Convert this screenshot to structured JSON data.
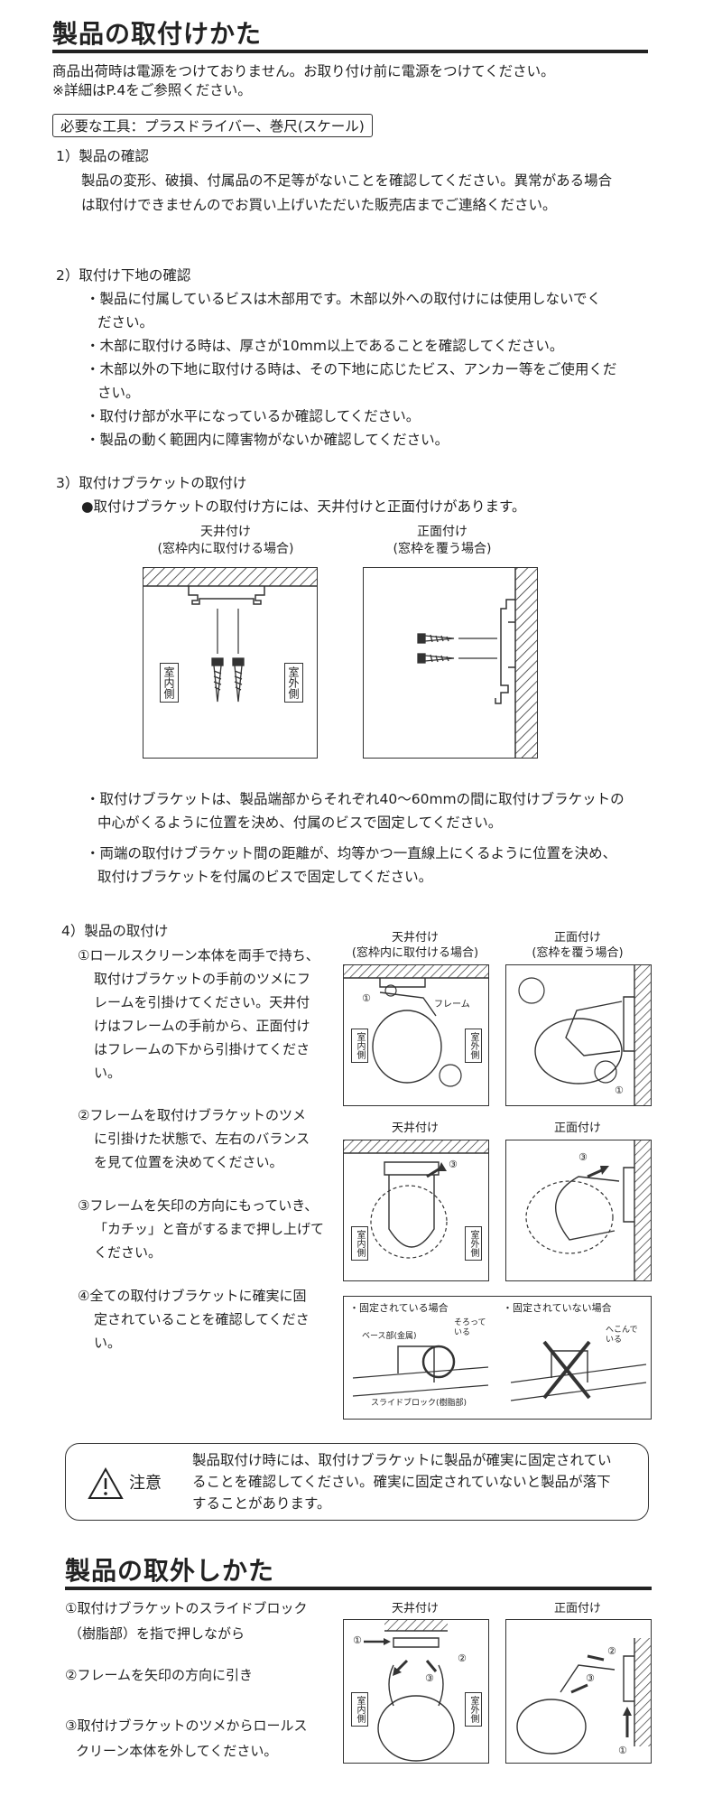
{
  "section1": {
    "title": "製品の取付けかた",
    "intro": [
      "商品出荷時は電源をつけておりません。お取り付け前に電源をつけてください。",
      "※詳細はP.4をご参照ください。"
    ],
    "tools": "必要な工具：プラスドライバー、巻尺(スケール)",
    "step1": {
      "heading": "1）製品の確認",
      "lines": [
        "製品の変形、破損、付属品の不足等がないことを確認してください。異常がある場合",
        "は取付けできませんのでお買い上げいただいた販売店までご連絡ください。"
      ]
    },
    "step2": {
      "heading": "2）取付け下地の確認",
      "lines": [
        "・製品に付属しているビスは木部用です。木部以外への取付けには使用しないでく",
        "ださい。",
        "・木部に取付ける時は、厚さが10mm以上であることを確認してください。",
        "・木部以外の下地に取付ける時は、その下地に応じたビス、アンカー等をご使用くだ",
        "さい。",
        "・取付け部が水平になっているか確認してください。",
        "・製品の動く範囲内に障害物がないか確認してください。"
      ]
    },
    "step3": {
      "heading": "3）取付けブラケットの取付け",
      "lead": "●取付けブラケットの取付け方には、天井付けと正面付けがあります。",
      "ceiling_label": [
        "天井付け",
        "(窓枠内に取付ける場合)"
      ],
      "front_label": [
        "正面付け",
        "(窓枠を覆う場合)"
      ],
      "indoor": "室内側",
      "outdoor": "室外側",
      "notes": [
        "・取付けブラケットは、製品端部からそれぞれ40〜60mmの間に取付けブラケットの",
        "中心がくるように位置を決め、付属のビスで固定してください。",
        "・両端の取付けブラケット間の距離が、均等かつ一直線上にくるように位置を決め、",
        "取付けブラケットを付属のビスで固定してください。"
      ]
    },
    "step4": {
      "heading": "4）製品の取付け",
      "p1": [
        "①ロールスクリーン本体を両手で持ち、",
        "取付けブラケットの手前のツメにフ",
        "レームを引掛けてください。天井付",
        "けはフレームの手前から、正面付け",
        "はフレームの下から引掛けてくださ",
        "い。"
      ],
      "p2": [
        "②フレームを取付けブラケットのツメ",
        "に引掛けた状態で、左右のバランス",
        "を見て位置を決めてください。"
      ],
      "p3": [
        "③フレームを矢印の方向にもっていき、",
        "「カチッ」と音がするまで押し上げて",
        "ください。"
      ],
      "p4": [
        "④全ての取付けブラケットに確実に固",
        "定されていることを確認してくださ",
        "い。"
      ],
      "fig_ceiling": [
        "天井付け",
        "(窓枠内に取付ける場合)"
      ],
      "fig_front": [
        "正面付け",
        "(窓枠を覆う場合)"
      ],
      "fig_ceiling2": "天井付け",
      "fig_front2": "正面付け",
      "frame": "フレーム",
      "fixed": "・固定されている場合",
      "not_fixed": "・固定されていない場合",
      "base": "ベース部(金属)",
      "aligned": "そろって\nいる",
      "dented": "へこんで\nいる",
      "slide": "スライドブロック(樹脂部)"
    },
    "caution_title": "注意",
    "caution_lines": [
      "製品取付け時には、取付けブラケットに製品が確実に固定されてい",
      "ることを確認してください。確実に固定されていないと製品が落下",
      "することがあります。"
    ]
  },
  "section2": {
    "title": "製品の取外しかた",
    "lines": [
      "①取付けブラケットのスライドブロック",
      "（樹脂部）を指で押しながら",
      "②フレームを矢印の方向に引き",
      "③取付けブラケットのツメからロールス",
      "クリーン本体を外してください。"
    ],
    "ceiling": "天井付け",
    "front": "正面付け"
  },
  "marks": {
    "one": "①",
    "two": "②",
    "three": "③"
  }
}
